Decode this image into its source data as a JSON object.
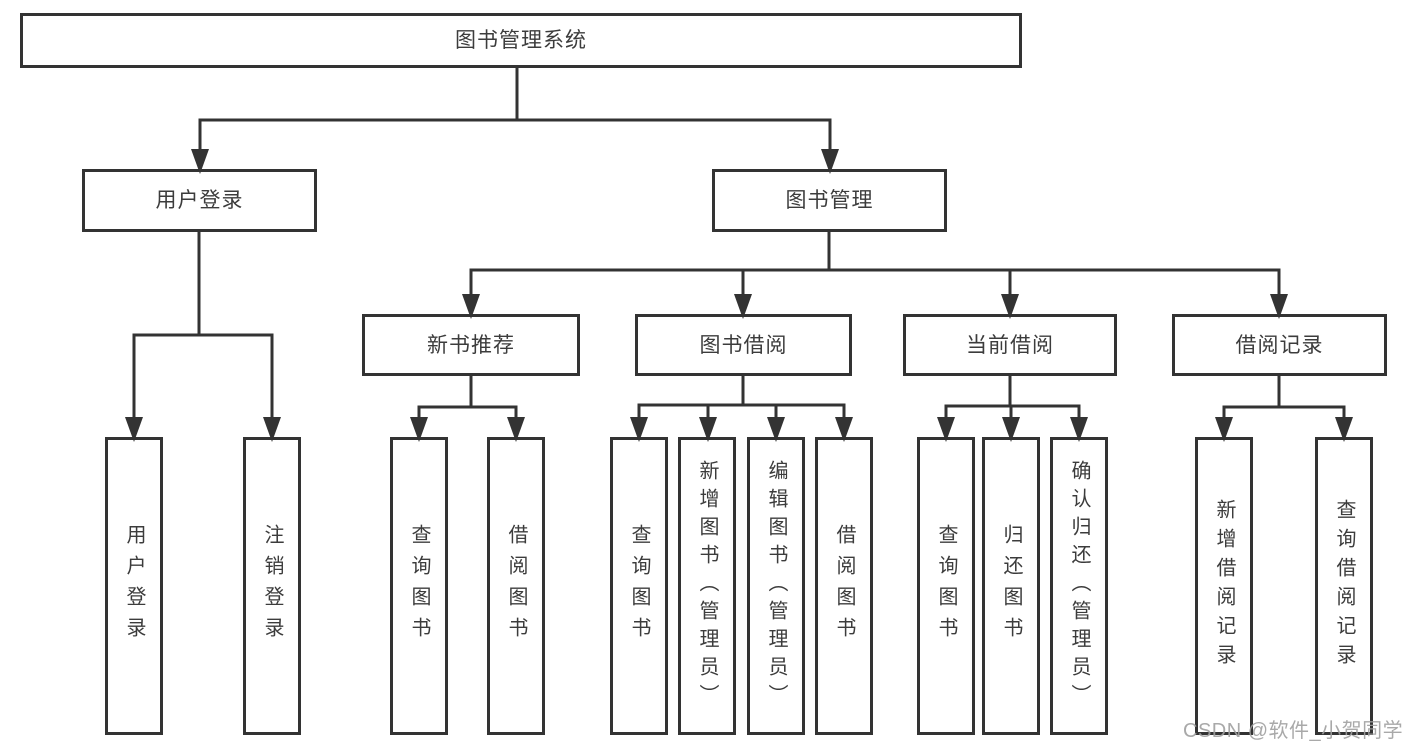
{
  "diagram_title": "图书管理系统",
  "watermark": "CSDN @软件_小贺同学",
  "colors": {
    "line": "#333333",
    "text": "#3c3c3c",
    "background": "#ffffff",
    "watermark": "#a0a0a0"
  },
  "nodes": {
    "root": {
      "label": "图书管理系统"
    },
    "user_login": {
      "label": "用户登录"
    },
    "book_management": {
      "label": "图书管理"
    },
    "new_book_recommend": {
      "label": "新书推荐"
    },
    "book_borrowing": {
      "label": "图书借阅"
    },
    "current_borrowing": {
      "label": "当前借阅"
    },
    "borrowing_records": {
      "label": "借阅记录"
    }
  },
  "leaves": {
    "user_login": [
      "用户登录",
      "注销登录"
    ],
    "new_book_recommend": [
      "查询图书",
      "借阅图书"
    ],
    "book_borrowing": [
      "查询图书",
      "新增图书（管理员）",
      "编辑图书（管理员）",
      "借阅图书"
    ],
    "current_borrowing": [
      "查询图书",
      "归还图书",
      "确认归还（管理员）"
    ],
    "borrowing_records": [
      "新增借阅记录",
      "查询借阅记录"
    ]
  }
}
